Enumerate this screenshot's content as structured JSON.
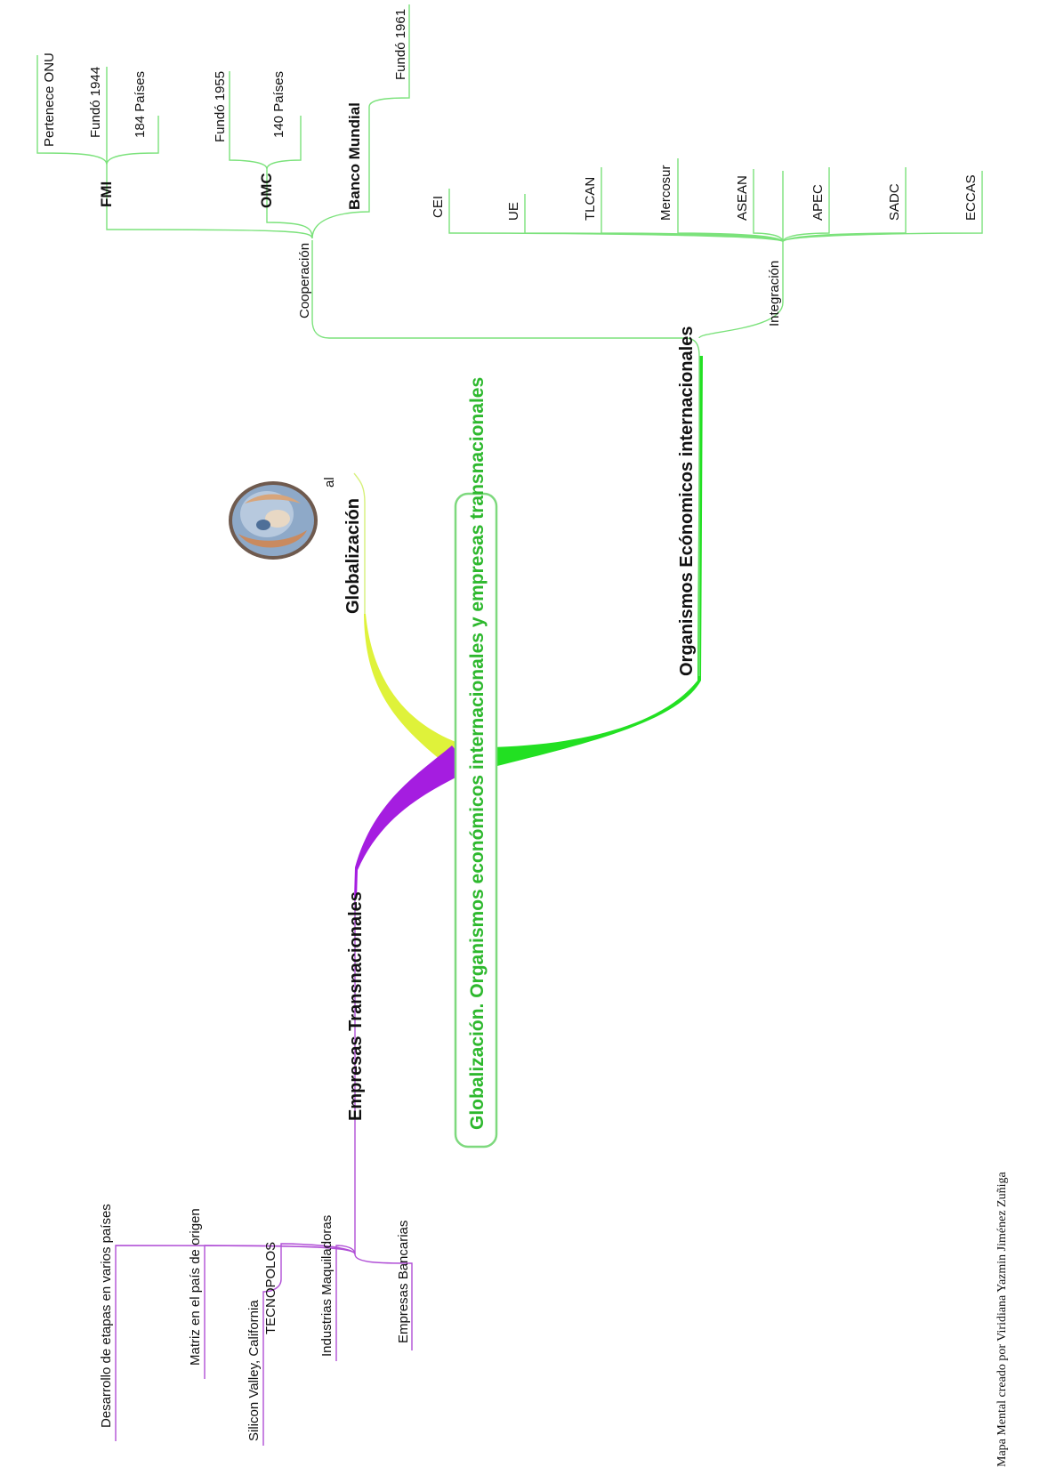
{
  "title": "Globalización. Organismos económicos internacionales y empresas transnacionales",
  "credit": "Mapa Mental creado por Viridiana Yazmin Jiménez Zuñiga",
  "colors": {
    "organismos": "#22e022",
    "globalizacion": "#dff23a",
    "empresas": "#a51de0",
    "center_border": "#7ed97e"
  },
  "branches": {
    "organismos": {
      "label": "Organismos Ecónomicos internacionales",
      "cooperacion": {
        "label": "Cooperación",
        "fmi": {
          "label": "FMI",
          "items": [
            "Pertenece ONU",
            "Fundó 1944",
            "184 Países"
          ]
        },
        "omc": {
          "label": "OMC",
          "items": [
            "Fundó 1955",
            "140 Países"
          ]
        },
        "banco": {
          "label": "Banco Mundial",
          "items": [
            "Fundó 1961"
          ]
        }
      },
      "integracion": {
        "label": "Integración",
        "items": [
          "CEI",
          "UE",
          "TLCAN",
          "Mercosur",
          "ASEAN",
          "APEC",
          "SADC",
          "ECCAS"
        ]
      }
    },
    "globalizacion": {
      "label": "Globalización",
      "note": "al",
      "image_icon": "hands-holding-globe-icon"
    },
    "empresas": {
      "label": "Empresas Transnacionales",
      "items": {
        "desarrollo": "Desarrollo de etapas en varios países",
        "matriz": "Matriz en el país de origen",
        "tecnopolos": "TECNOPOLOS",
        "silicon": "Silicon Valley, California",
        "maquiladoras": "Industrias Maquiladoras",
        "bancarias": "Empresas Bancarias"
      }
    }
  }
}
